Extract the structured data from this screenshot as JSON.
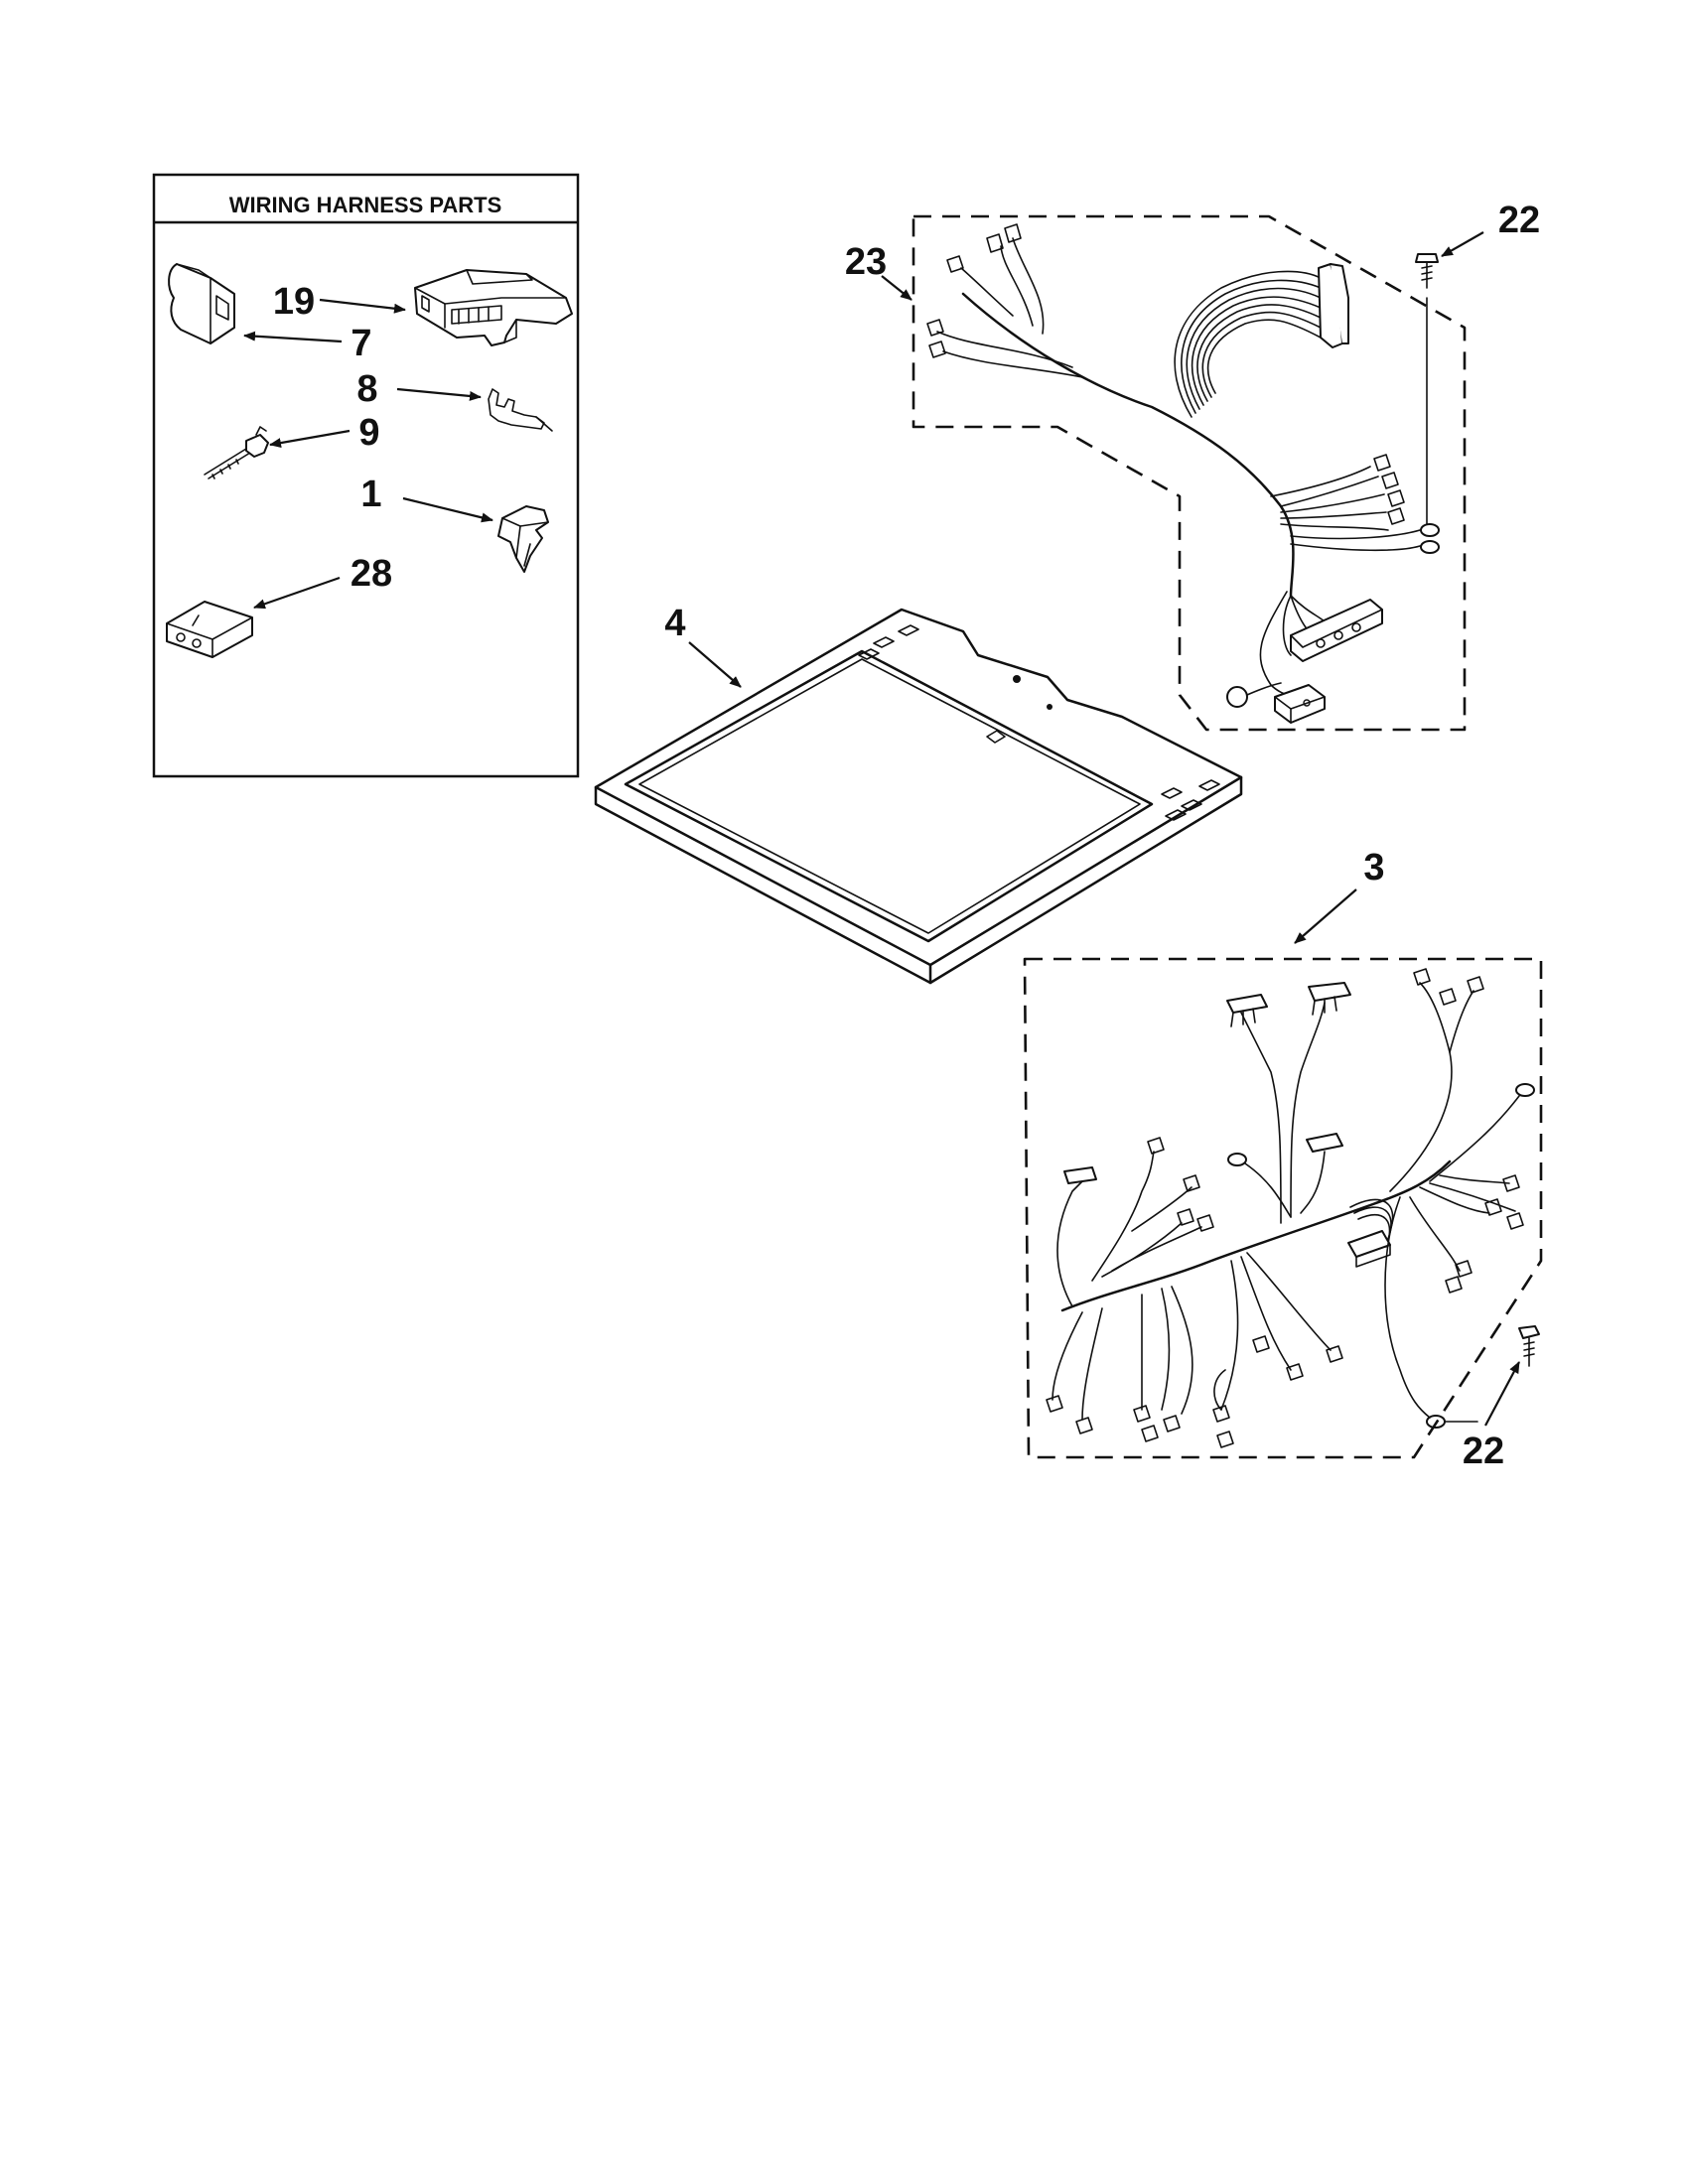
{
  "box": {
    "title": "WIRING HARNESS PARTS"
  },
  "callouts": {
    "c19": "19",
    "c7": "7",
    "c8": "8",
    "c9": "9",
    "c1": "1",
    "c28": "28",
    "c4": "4",
    "c23": "23",
    "c22_top": "22",
    "c3": "3",
    "c22_bottom": "22"
  },
  "colors": {
    "ink": "#111111",
    "paper": "#ffffff"
  }
}
